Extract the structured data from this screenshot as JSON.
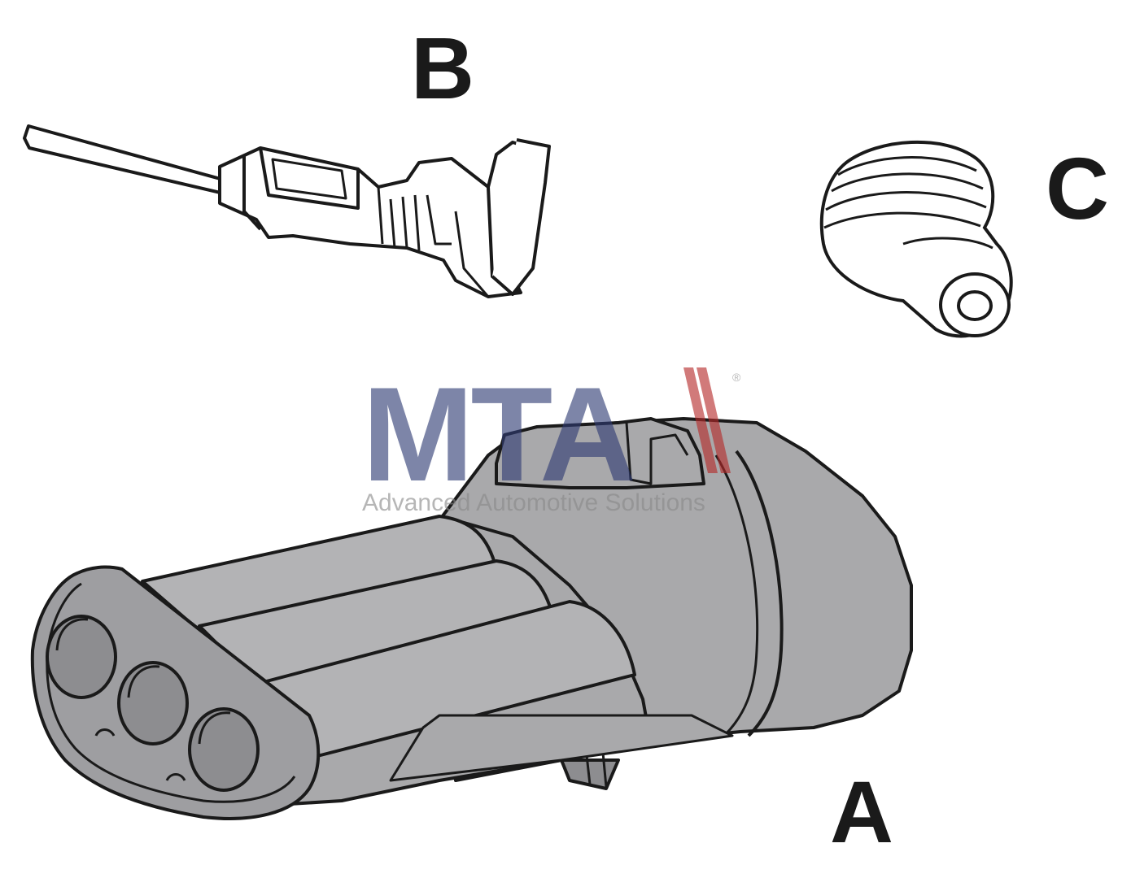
{
  "labels": {
    "connector_housing": "A",
    "terminal": "B",
    "seal": "C"
  },
  "watermark": {
    "logo_text": "MTA",
    "tagline": "Advanced Automotive Solutions",
    "registered_mark": "®",
    "logo_color": "#2f3b73",
    "stripe_color": "#b52a2a"
  },
  "colors": {
    "housing_fill": "#a9a9ab",
    "housing_dark": "#8d8d90",
    "outline": "#1a1a1a",
    "part_fill": "#ffffff"
  }
}
